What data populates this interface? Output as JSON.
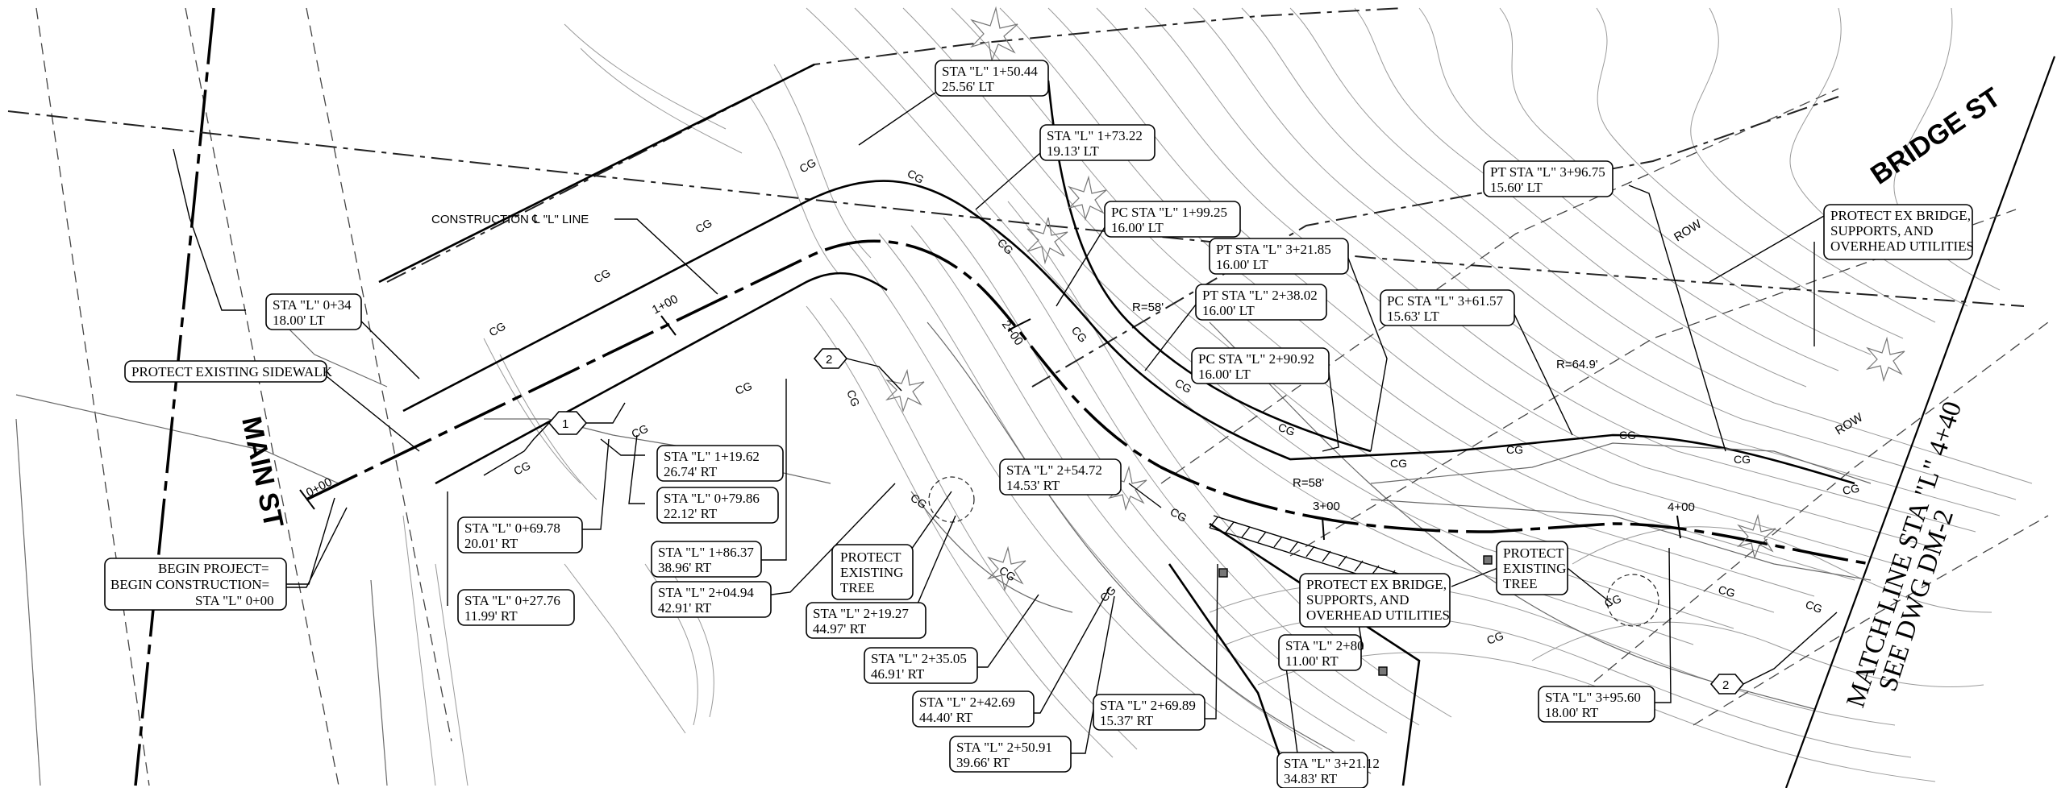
{
  "streets": {
    "main_st": "MAIN ST",
    "bridge_st": "BRIDGE ST"
  },
  "match_line": {
    "line1": "MATCH LINE STA \"L\" 4+40",
    "line2": "SEE DWG DM-2"
  },
  "construction_line_label": "CONSTRUCTION ℄ \"L\" LINE",
  "stations": [
    "0+00",
    "1+00",
    "2+00",
    "3+00",
    "4+00"
  ],
  "radius_labels": [
    "R=58'",
    "R=64.9'",
    "R=58'"
  ],
  "row_labels": [
    "ROW",
    "ROW"
  ],
  "curb_labels": [
    "CG"
  ],
  "markers": [
    "1",
    "2",
    "2"
  ],
  "callouts": [
    {
      "l1": "STA \"L\" 1+50.44",
      "l2": "25.56' LT"
    },
    {
      "l1": "STA \"L\" 1+73.22",
      "l2": "19.13' LT"
    },
    {
      "l1": "PC STA \"L\" 1+99.25",
      "l2": "16.00' LT"
    },
    {
      "l1": "PT STA \"L\" 3+21.85",
      "l2": "16.00' LT"
    },
    {
      "l1": "PT STA \"L\" 2+38.02",
      "l2": "16.00' LT"
    },
    {
      "l1": "PC STA \"L\" 2+90.92",
      "l2": "16.00' LT"
    },
    {
      "l1": "PT STA \"L\" 3+96.75",
      "l2": "15.60' LT"
    },
    {
      "l1": "PC STA \"L\" 3+61.57",
      "l2": "15.63' LT"
    },
    {
      "l1": "STA \"L\" 0+34",
      "l2": "18.00' LT"
    },
    {
      "l1": "STA \"L\" 1+19.62",
      "l2": "26.74' RT"
    },
    {
      "l1": "STA \"L\" 0+79.86",
      "l2": "22.12' RT"
    },
    {
      "l1": "STA \"L\" 0+69.78",
      "l2": "20.01' RT"
    },
    {
      "l1": "STA \"L\" 1+86.37",
      "l2": "38.96' RT"
    },
    {
      "l1": "STA \"L\" 2+04.94",
      "l2": "42.91' RT"
    },
    {
      "l1": "STA \"L\" 0+27.76",
      "l2": "11.99' RT"
    },
    {
      "l1": "STA \"L\" 2+54.72",
      "l2": "14.53' RT"
    },
    {
      "l1": "STA \"L\" 2+19.27",
      "l2": "44.97' RT"
    },
    {
      "l1": "STA \"L\" 2+35.05",
      "l2": "46.91' RT"
    },
    {
      "l1": "STA \"L\" 2+42.69",
      "l2": "44.40' RT"
    },
    {
      "l1": "STA \"L\" 2+50.91",
      "l2": "39.66' RT"
    },
    {
      "l1": "STA \"L\" 2+69.89",
      "l2": "15.37' RT"
    },
    {
      "l1": "STA \"L\" 2+80",
      "l2": "11.00' RT"
    },
    {
      "l1": "STA \"L\" 3+21.12",
      "l2": "34.83' RT"
    },
    {
      "l1": "STA \"L\" 3+95.60",
      "l2": "18.00' RT"
    }
  ],
  "notes": {
    "protect_sidewalk": "PROTECT EXISTING SIDEWALK",
    "begin_l1": "BEGIN PROJECT=",
    "begin_l2": "BEGIN CONSTRUCTION=",
    "begin_l3": "STA \"L\" 0+00",
    "tree_l1": "PROTECT",
    "tree_l2": "EXISTING",
    "tree_l3": "TREE",
    "bridge_l1": "PROTECT EX BRIDGE,",
    "bridge_l2": "SUPPORTS, AND",
    "bridge_l3": "OVERHEAD UTILITIES"
  }
}
